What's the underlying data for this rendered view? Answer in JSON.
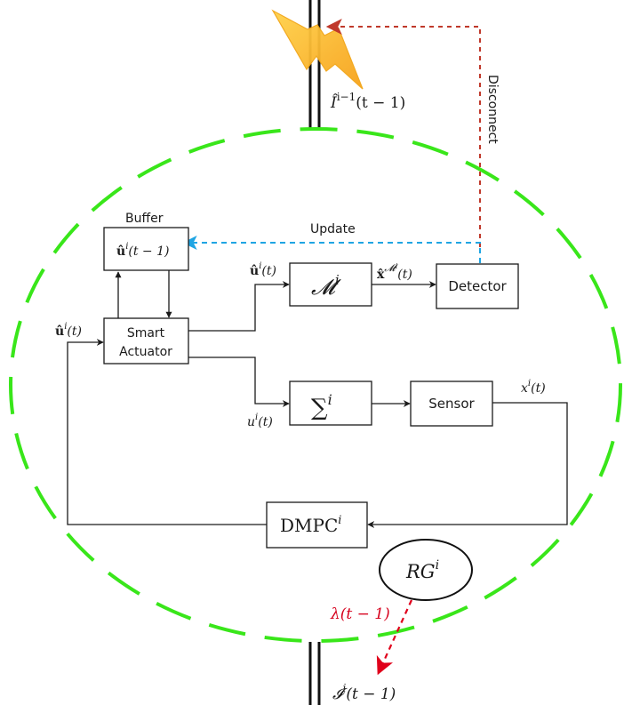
{
  "colors": {
    "ring": "#39e61a",
    "disconnect_link": "#c0392b",
    "update_link": "#1fa5e3",
    "lambda_link": "#e0001b",
    "lightning_light": "#ffd24a",
    "lightning_dark": "#f7a21b",
    "ink": "#1a1a1a"
  },
  "icons": [
    "lightning-bolt-icon",
    "arrowhead-icon"
  ],
  "blocks": {
    "buffer_title": "Buffer",
    "buffer_content": "û",
    "buffer_sup": "i",
    "buffer_arg": "(t − 1)",
    "smart_actuator_line1": "Smart",
    "smart_actuator_line2": "Actuator",
    "model_main": "𝓜",
    "model_sup": "i",
    "sigma_main": "∑",
    "sigma_sup": "i",
    "detector": "Detector",
    "sensor": "Sensor",
    "dmpc_main": "DMPC",
    "dmpc_sup": "i",
    "rg_main": "RG",
    "rg_sup": "i"
  },
  "links": {
    "disconnect": "Disconnect",
    "update": "Update"
  },
  "signals": {
    "u_hat_base": "û",
    "u_hat_sup": "i",
    "u_hat_arg": "(t)",
    "x_hat_base": "x̂",
    "x_hat_sup": "𝓜",
    "x_hat_sup_sub": "i",
    "x_hat_arg": "(t)",
    "u_base": "u",
    "u_sup": "i",
    "u_arg": "(t)",
    "x_base": "x",
    "x_sup": "i",
    "x_arg": "(t)",
    "incoming_base": "Î",
    "incoming_sup": "i−1",
    "incoming_arg": "(t − 1)",
    "outgoing_base": "𝓘",
    "outgoing_sup": "i",
    "outgoing_arg": "(t − 1)",
    "lambda": "λ(t − 1)"
  }
}
